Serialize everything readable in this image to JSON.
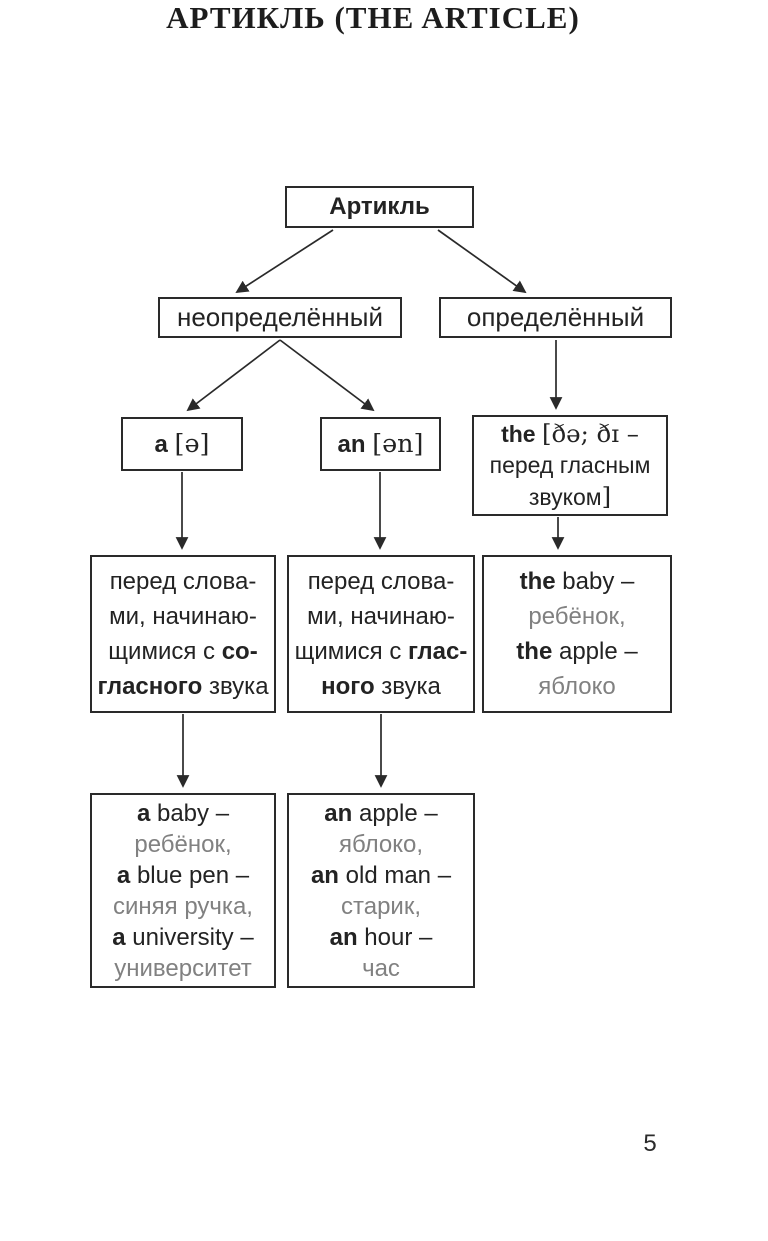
{
  "page": {
    "title": "АРТИКЛЬ (THE ARTICLE)",
    "page_number": "5"
  },
  "colors": {
    "ink": "#232323",
    "muted_text": "#818181"
  },
  "diagram": {
    "root": {
      "label": "Артикль"
    },
    "indefinite": {
      "label": "неопределённый"
    },
    "definite": {
      "label": "определённый"
    },
    "a_node": {
      "lines": [
        [
          {
            "t": "a ",
            "c": "b"
          },
          {
            "t": "[ə]",
            "c": "ph"
          }
        ]
      ]
    },
    "an_node": {
      "lines": [
        [
          {
            "t": "an ",
            "c": "b"
          },
          {
            "t": "[ən]",
            "c": "ph"
          }
        ]
      ]
    },
    "the_node": {
      "lines": [
        [
          {
            "t": "the ",
            "c": "b"
          },
          {
            "t": "[ðə; ðɪ –",
            "c": "ph"
          }
        ],
        [
          {
            "t": "перед гласным"
          }
        ],
        [
          {
            "t": "звуком"
          },
          {
            "t": "]",
            "c": "ph"
          }
        ]
      ]
    },
    "consonant_rule": {
      "lines": [
        [
          {
            "t": "перед слова-"
          }
        ],
        [
          {
            "t": "ми, начинаю-"
          }
        ],
        [
          {
            "t": "щимися с "
          },
          {
            "t": "со-",
            "c": "b"
          }
        ],
        [
          {
            "t": "гласного",
            "c": "b"
          },
          {
            "t": " звука"
          }
        ]
      ]
    },
    "vowel_rule": {
      "lines": [
        [
          {
            "t": "перед слова-"
          }
        ],
        [
          {
            "t": "ми, начинаю-"
          }
        ],
        [
          {
            "t": "щимися с "
          },
          {
            "t": "глас-",
            "c": "b"
          }
        ],
        [
          {
            "t": "ного",
            "c": "b"
          },
          {
            "t": " звука"
          }
        ]
      ]
    },
    "the_examples": {
      "lines": [
        [
          {
            "t": "the",
            "c": "b"
          },
          {
            "t": " baby –"
          }
        ],
        [
          {
            "t": "ребёнок,",
            "c": "g"
          }
        ],
        [
          {
            "t": "the",
            "c": "b"
          },
          {
            "t": " apple –"
          }
        ],
        [
          {
            "t": "яблоко",
            "c": "g"
          }
        ]
      ]
    },
    "a_examples": {
      "lines": [
        [
          {
            "t": "a",
            "c": "b"
          },
          {
            "t": " baby –"
          }
        ],
        [
          {
            "t": "ребёнок,",
            "c": "g"
          }
        ],
        [
          {
            "t": "a",
            "c": "b"
          },
          {
            "t": " blue pen –"
          }
        ],
        [
          {
            "t": "синяя ручка,",
            "c": "g"
          }
        ],
        [
          {
            "t": "a",
            "c": "b"
          },
          {
            "t": " university –"
          }
        ],
        [
          {
            "t": "университет",
            "c": "g"
          }
        ]
      ]
    },
    "an_examples": {
      "lines": [
        [
          {
            "t": "an",
            "c": "b"
          },
          {
            "t": " apple –"
          }
        ],
        [
          {
            "t": "яблоко,",
            "c": "g"
          }
        ],
        [
          {
            "t": "an",
            "c": "b"
          },
          {
            "t": " old man –"
          }
        ],
        [
          {
            "t": "старик,",
            "c": "g"
          }
        ],
        [
          {
            "t": "an",
            "c": "b"
          },
          {
            "t": " hour –"
          }
        ],
        [
          {
            "t": "час",
            "c": "g"
          }
        ]
      ]
    }
  }
}
